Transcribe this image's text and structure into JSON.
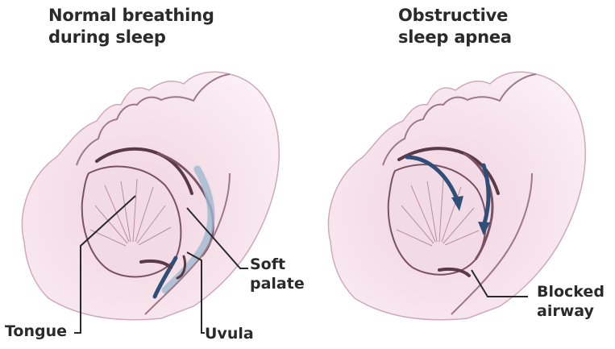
{
  "panels": {
    "normal": {
      "title": "Normal breathing\nduring sleep",
      "labels": {
        "tongue": "Tongue",
        "uvula": "Uvula",
        "soft_palate": "Soft\npalate"
      }
    },
    "apnea": {
      "title": "Obstructive\nsleep apnea",
      "labels": {
        "blocked_airway": "Blocked\nairway"
      }
    }
  },
  "colors": {
    "skin": "#f6e6ee",
    "skin_shade": "#eecbd9",
    "outline": "#5b3a48",
    "airflow": "#3a5a80",
    "text": "#2a2a2a"
  }
}
